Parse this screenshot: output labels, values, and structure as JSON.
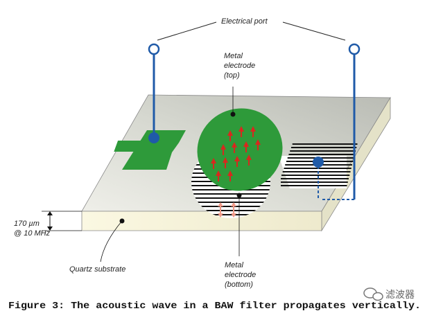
{
  "labels": {
    "electrical_port": "Electrical port",
    "metal_top_1": "Metal",
    "metal_top_2": "electrode",
    "metal_top_3": "(top)",
    "metal_bottom_1": "Metal",
    "metal_bottom_2": "electrode",
    "metal_bottom_3": "(bottom)",
    "thickness_1": "170 µm",
    "thickness_2": "@ 10 MHz",
    "quartz": "Quartz substrate"
  },
  "caption": "Figure 3: The acoustic wave in a BAW filter propagates vertically.",
  "watermark": "滤波器",
  "colors": {
    "electrode_green": "#2e9a3a",
    "port_blue": "#1f5aa8",
    "arrow_red": "#d8281e",
    "arrow_pink": "#f09a88",
    "substrate_top": "#cfd1c8",
    "substrate_front": "#f6f3da"
  },
  "icons": {
    "watermark": "wechat-icon"
  }
}
